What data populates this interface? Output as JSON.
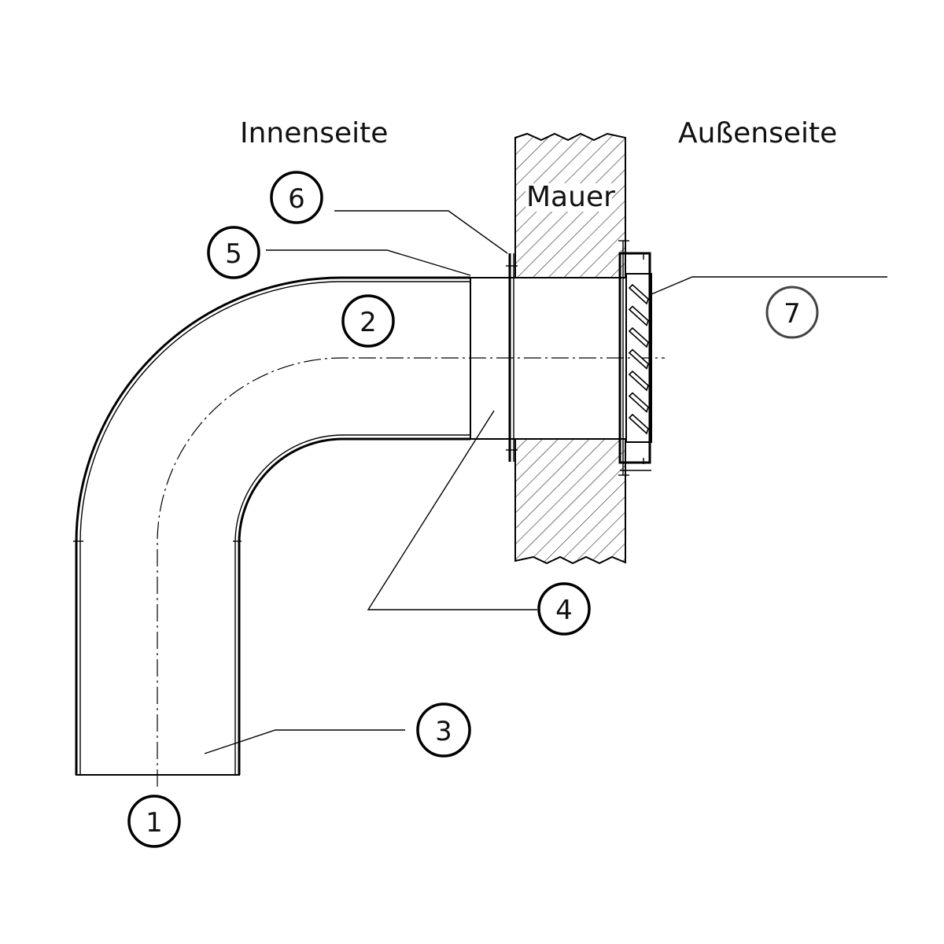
{
  "labels": {
    "inside": "Innenseite",
    "outside": "Außenseite",
    "wall": "Mauer"
  },
  "callouts": [
    "1",
    "2",
    "3",
    "4",
    "5",
    "6",
    "7"
  ]
}
